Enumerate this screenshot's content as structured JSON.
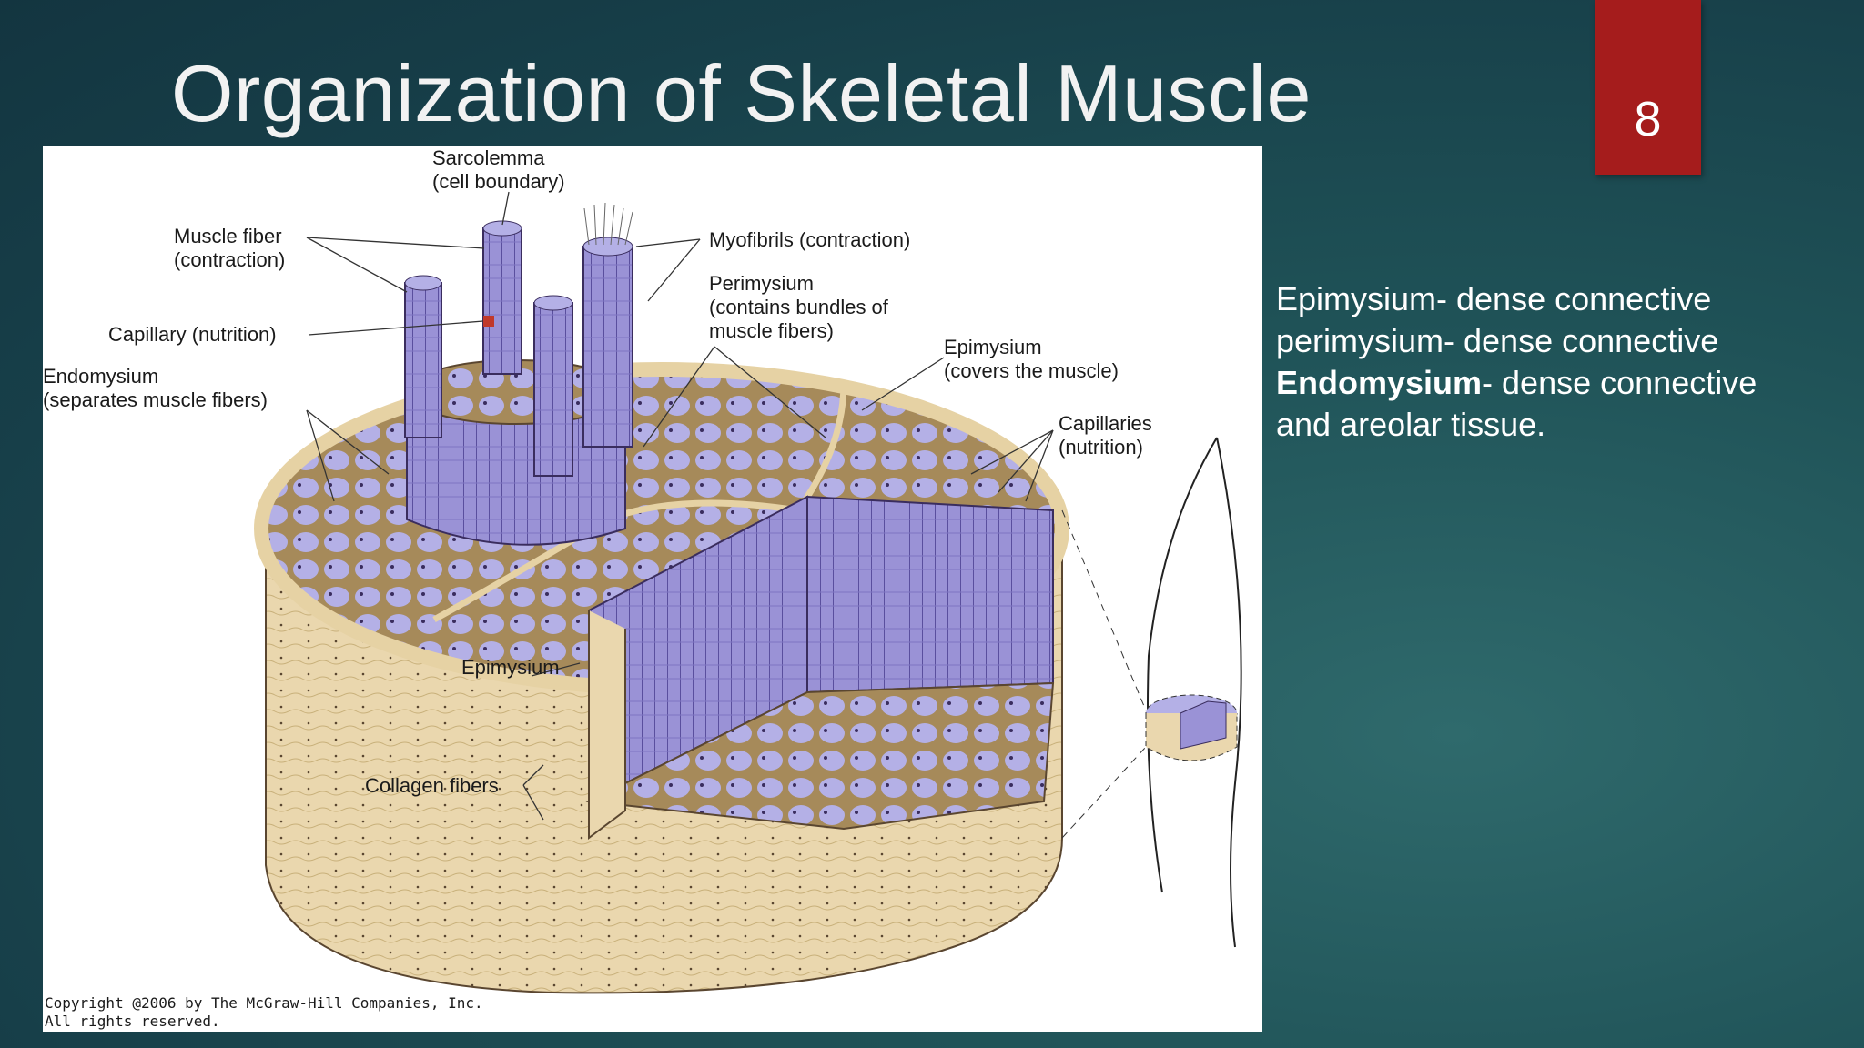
{
  "slide": {
    "title": "Organization of Skeletal Muscle",
    "page_number": "8",
    "accent_color": "#a51c1c",
    "background_color": "#1f5257"
  },
  "figure": {
    "labels": {
      "sarcolemma": "Sarcolemma\n(cell boundary)",
      "muscle_fiber": "Muscle fiber\n(contraction)",
      "myofibrils": "Myofibrils (contraction)",
      "perimysium": "Perimysium\n(contains bundles of\nmuscle fibers)",
      "capillary": "Capillary (nutrition)",
      "epimysium_top": "Epimysium\n(covers the muscle)",
      "endomysium": "Endomysium\n(separates muscle fibers)",
      "capillaries": "Capillaries\n(nutrition)",
      "epimysium_side": "Epimysium",
      "collagen": "Collagen fibers"
    },
    "copyright": "Copyright @2006 by The McGraw-Hill Companies, Inc.\nAll rights reserved."
  },
  "side_text": {
    "line1": "Epimysium- dense connective",
    "line2": "perimysium- dense connective",
    "line3_bold": "Endomysium",
    "line3_rest": "- dense connective",
    "line4": "and areolar tissue."
  }
}
